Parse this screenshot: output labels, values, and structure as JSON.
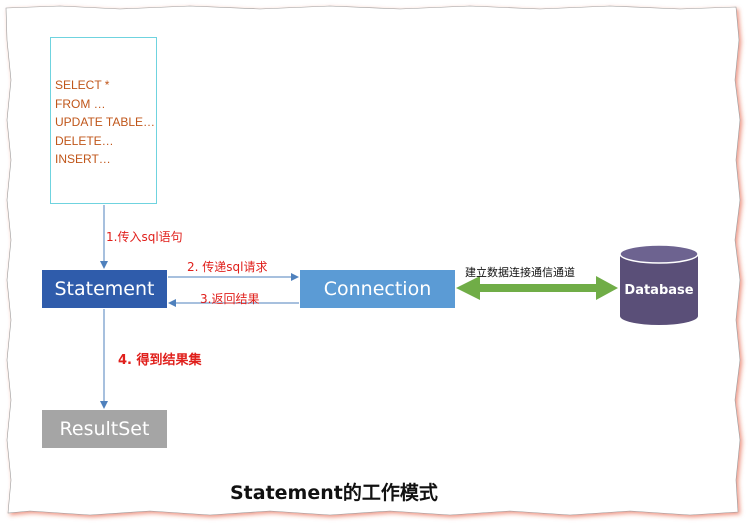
{
  "sql_lines": [
    "SELECT *",
    "FROM …",
    "UPDATE TABLE…",
    "DELETE…",
    "INSERT…"
  ],
  "nodes": {
    "statement": "Statement",
    "connection": "Connection",
    "database": "Database",
    "resultset": "ResultSet"
  },
  "edges": {
    "step1": "1.传入sql语句",
    "step2": "2. 传递sql请求",
    "step3": "3.返回结果",
    "step4": "4. 得到结果集",
    "link": "建立数据连接通信通道"
  },
  "caption": "Statement的工作模式",
  "colors": {
    "statement": "#2f5cab",
    "connection": "#5b9bd5",
    "resultset": "#a5a5a5",
    "database": "#5a4f78",
    "link_arrow": "#70ad47",
    "labels": "#e0201c",
    "sql_text": "#c0561a",
    "frame_shadow": "#e04020"
  }
}
